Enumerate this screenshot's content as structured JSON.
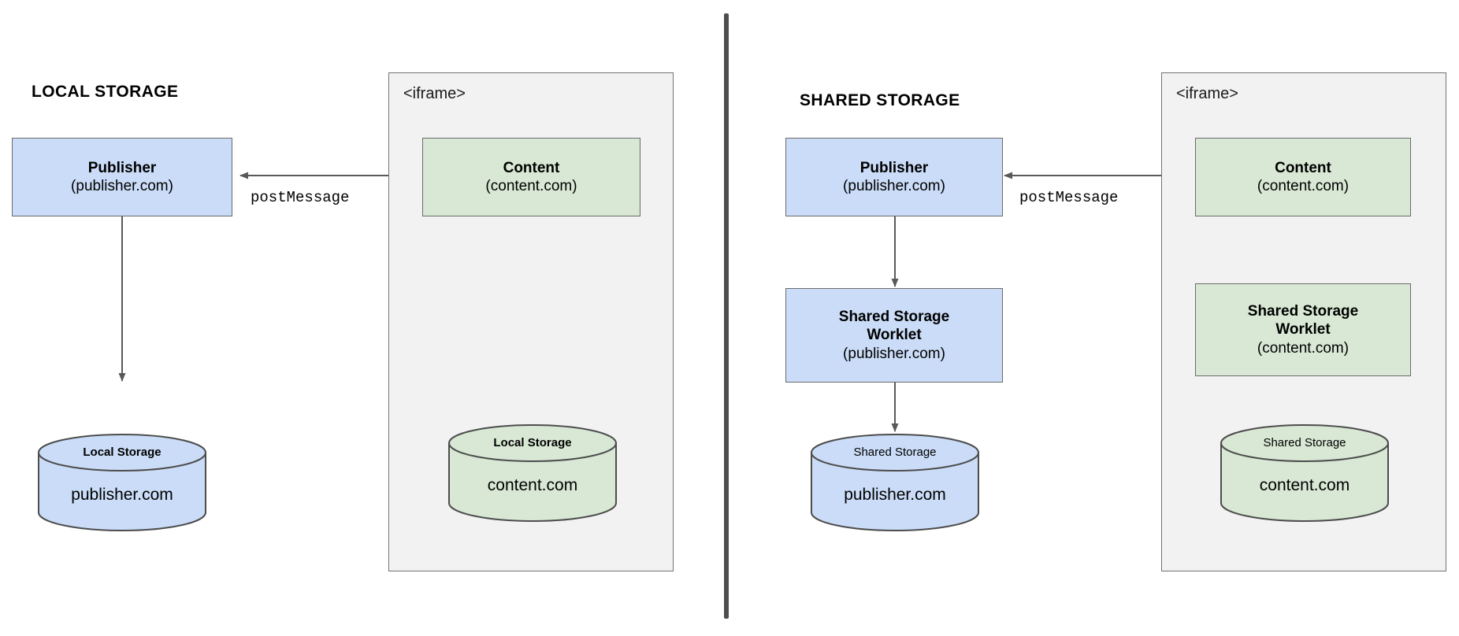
{
  "diagram": {
    "title_left": "LOCAL STORAGE",
    "title_right": "SHARED STORAGE",
    "iframe_label": "<iframe>",
    "postmessage_label": "postMessage",
    "colors": {
      "blue_fill": "#cadcf7",
      "green_fill": "#d8e8d4",
      "iframe_fill": "#f2f2f2",
      "border": "#6b6b6b",
      "divider": "#4d4d4d"
    }
  },
  "left_panel": {
    "publisher": {
      "title": "Publisher",
      "origin": "(publisher.com)"
    },
    "content": {
      "title": "Content",
      "origin": "(content.com)"
    },
    "publisher_store": {
      "label": "Local Storage",
      "origin": "publisher.com"
    },
    "content_store": {
      "label": "Local Storage",
      "origin": "content.com"
    }
  },
  "right_panel": {
    "publisher": {
      "title": "Publisher",
      "origin": "(publisher.com)"
    },
    "publisher_worklet": {
      "title_line1": "Shared Storage",
      "title_line2": "Worklet",
      "origin": "(publisher.com)"
    },
    "content": {
      "title": "Content",
      "origin": "(content.com)"
    },
    "content_worklet": {
      "title_line1": "Shared Storage",
      "title_line2": "Worklet",
      "origin": "(content.com)"
    },
    "publisher_store": {
      "label": "Shared Storage",
      "origin": "publisher.com"
    },
    "content_store": {
      "label": "Shared Storage",
      "origin": "content.com"
    }
  }
}
